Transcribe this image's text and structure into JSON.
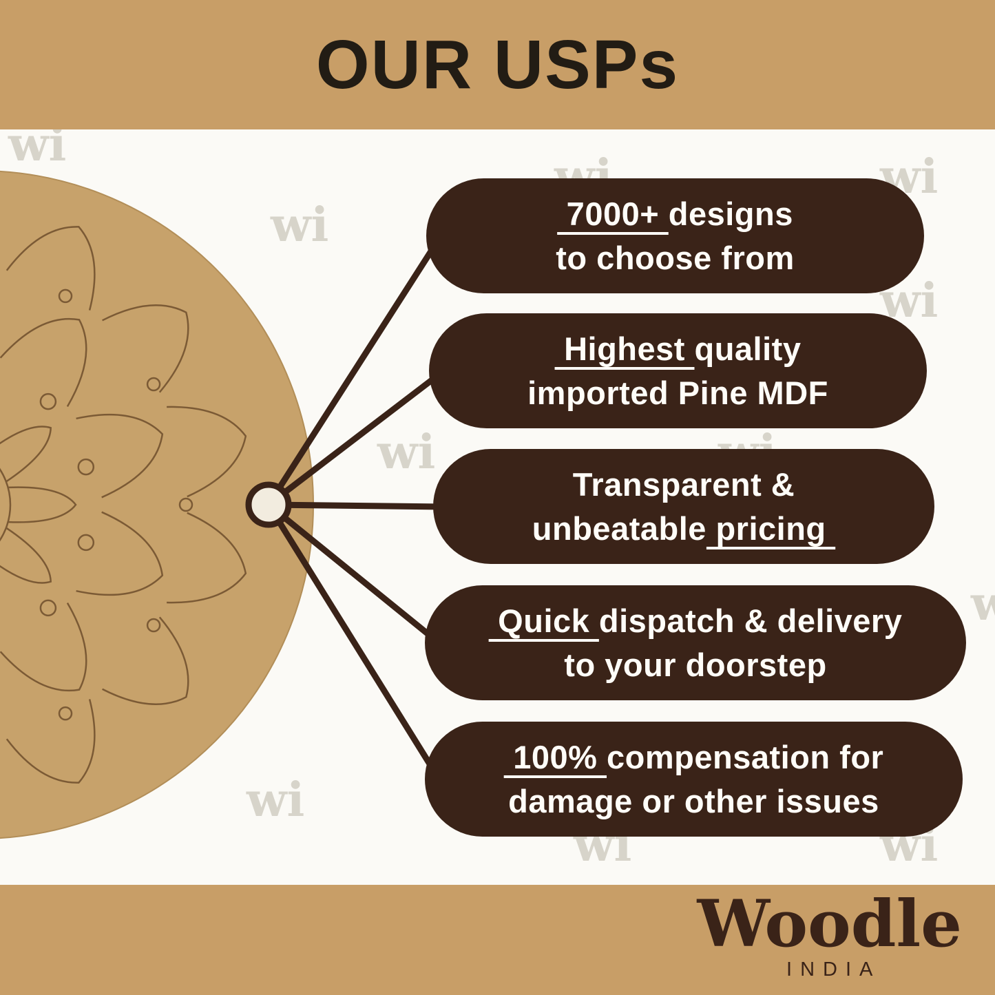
{
  "title": "OUR USPs",
  "watermark": "wi",
  "brand": {
    "name": "Woodle",
    "sub": "INDIA"
  },
  "colors": {
    "banner": "#c89e67",
    "callout_bg": "#3a2318",
    "callout_text": "#fffdf8",
    "board": "#c7a26b",
    "board_line": "#7b5a35",
    "connector": "#3a2318",
    "background": "#fbfaf6"
  },
  "callouts": [
    {
      "line1_u": " 7000+ ",
      "line1_r": "designs",
      "line2": "to choose from"
    },
    {
      "line1_u": " Highest ",
      "line1_r": "quality",
      "line2": "imported Pine MDF"
    },
    {
      "line1": "Transparent &",
      "line2_r": "unbeatable",
      "line2_u": " pricing "
    },
    {
      "line1_u": " Quick ",
      "line1_r": "dispatch & delivery",
      "line2": "to your doorstep"
    },
    {
      "line1_u": " 100% ",
      "line1_r": "compensation for",
      "line2": "damage or other issues"
    }
  ]
}
